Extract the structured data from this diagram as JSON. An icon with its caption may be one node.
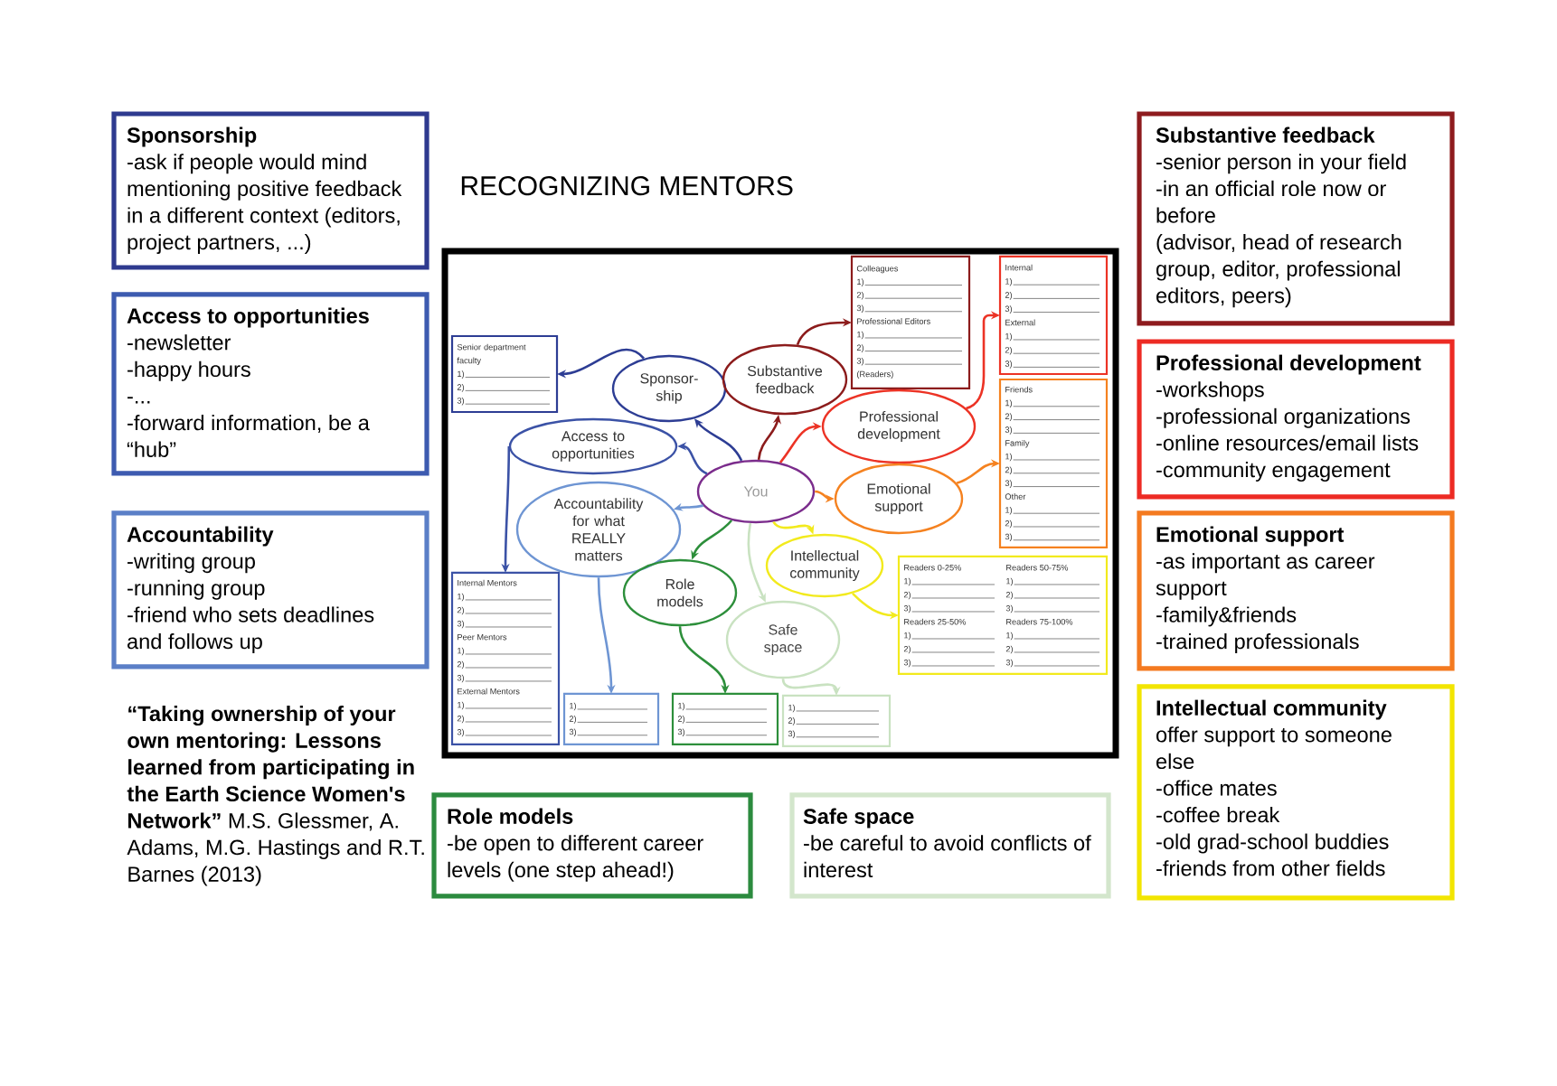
{
  "diagram": {
    "title": "RECOGNIZING MENTORS",
    "nodes": [
      {
        "text": [
          "Sponsorship",
          "-ask if people would mind mentioning positive feedback in a different context (editors, project partners, ...)"
        ]
      },
      {
        "text": [
          "Access to opportunities",
          "-newsletter",
          "-happy hours",
          "-...",
          "-forward information, be a “hub”"
        ]
      },
      {
        "text": [
          "Accountability",
          "-writing group",
          "-running group",
          "-friend who sets deadlines and follows up"
        ]
      },
      {
        "text": [
          "Substantive feedback",
          "-senior person in your field",
          "-in an official role now or before",
          "(advisor, head of research group, editor, professional editors, peers)"
        ]
      },
      {
        "text": [
          "Professional development",
          "-workshops",
          "-professional organizations",
          "-online resources/email lists",
          "-community engagement"
        ]
      },
      {
        "text": [
          "Emotional support",
          "-as important as career support",
          "-family&friends",
          "-trained professionals"
        ]
      },
      {
        "text": [
          "Intellectual community",
          "offer support to someone else",
          "-office mates",
          "-coffee break",
          "-old grad-school buddies",
          "-friends from other fields"
        ]
      },
      {
        "text": [],
        "shape": "box"
      },
      {
        "text": [
          "Senior department faculty",
          "1)",
          "2)",
          "3)"
        ],
        "in": 7
      },
      {
        "text": [
          "Sponsor- ship"
        ],
        "in": 7
      },
      {
        "text": [
          "Substantive feedback"
        ],
        "in": 7
      },
      {
        "text": [
          "Colleagues",
          "1)",
          "2)",
          "3)",
          "Professional Editors",
          "1)",
          "2)",
          "3)",
          "(Readers)"
        ],
        "in": 7
      },
      {
        "text": [
          "Internal",
          "1)",
          "2)",
          "3)",
          "External",
          "1)",
          "2)",
          "3)"
        ],
        "in": 7
      },
      {
        "text": [
          "Access to opportunities"
        ],
        "in": 7
      },
      {
        "text": [
          "You"
        ],
        "in": 7
      },
      {
        "text": [
          "Professional development"
        ],
        "in": 7
      },
      {
        "text": [
          "Friends",
          "1)",
          "2)",
          "3)",
          "Family",
          "1)",
          "2)",
          "3)",
          "Other",
          "1)",
          "2)",
          "3)"
        ],
        "in": 7
      },
      {
        "text": [
          "Accountability for what REALLY matters"
        ],
        "in": 7
      },
      {
        "text": [
          "Emotional support"
        ],
        "in": 7
      },
      {
        "text": [
          "Intellectual community"
        ],
        "in": 7
      },
      {
        "text": [
          "Role models"
        ],
        "in": 7
      },
      {
        "text": [
          "Readers 0-25%",
          "1)",
          "2)",
          "3)",
          "Readers 50-75%",
          "1)",
          "2)",
          "3)",
          "Readers 25-50%",
          "1)",
          "2)",
          "3)",
          "Readers 75-100%",
          "1)",
          "2)",
          "3)"
        ],
        "in": 7
      },
      {
        "text": [
          "Safe space"
        ],
        "in": 7
      },
      {
        "text": [
          "Internal Mentors",
          "1)",
          "2)",
          "3)",
          "Peer Mentors",
          "1)",
          "2)",
          "3)",
          "External Mentors",
          "1)",
          "2)",
          "3)"
        ],
        "in": 7
      },
      {
        "text": [
          "1)",
          "2)",
          "3)"
        ],
        "in": 7
      },
      {
        "text": [
          "1)",
          "2)",
          "3)"
        ],
        "in": 7
      },
      {
        "text": [
          "1)",
          "2)",
          "3)"
        ],
        "in": 7
      },
      {
        "text": [
          "Role models",
          "-be open to different career levels (one step ahead!)"
        ]
      },
      {
        "text": [
          "Safe space",
          "-be careful to avoid conflicts of interest"
        ]
      }
    ],
    "edges": [
      {
        "from": 14,
        "to": 9,
        "arrow": "to",
        "color": "#2d3d94"
      },
      {
        "from": 14,
        "to": 13,
        "arrow": "to",
        "color": "#3b52a6"
      },
      {
        "from": 14,
        "to": 17,
        "arrow": "to",
        "color": "#6e95d3"
      },
      {
        "from": 14,
        "to": 10,
        "arrow": "to",
        "color": "#8c1c1c"
      },
      {
        "from": 14,
        "to": 15,
        "arrow": "to",
        "color": "#ec3325"
      },
      {
        "from": 14,
        "to": 18,
        "arrow": "to",
        "color": "#f58220"
      },
      {
        "from": 14,
        "to": 19,
        "arrow": "to",
        "color": "#f2ea1d"
      },
      {
        "from": 14,
        "to": 20,
        "arrow": "to",
        "color": "#2d8f3b"
      },
      {
        "from": 14,
        "to": 22,
        "arrow": "to",
        "color": "#c9e2c1"
      },
      {
        "from": 9,
        "to": 8,
        "arrow": "to",
        "color": "#2d3d94"
      },
      {
        "from": 13,
        "to": 23,
        "arrow": "to",
        "color": "#3b52a6"
      },
      {
        "from": 17,
        "to": 24,
        "arrow": "to",
        "color": "#6e95d3"
      },
      {
        "from": 10,
        "to": 11,
        "arrow": "to",
        "color": "#8c1c1c"
      },
      {
        "from": 15,
        "to": 12,
        "arrow": "to",
        "color": "#ec3325"
      },
      {
        "from": 18,
        "to": 16,
        "arrow": "to",
        "color": "#f58220"
      },
      {
        "from": 19,
        "to": 21,
        "arrow": "to",
        "color": "#f2ea1d"
      },
      {
        "from": 20,
        "to": 25,
        "arrow": "to",
        "color": "#2d8f3b"
      },
      {
        "from": 22,
        "to": 26,
        "arrow": "to",
        "color": "#c9e2c1"
      }
    ],
    "labels": [
      "**“Taking ownership of your own mentoring: Lessons learned from participating in the Earth Science Women's Network”** M.S. Glessmer, A. Adams, M.G. Hastings and R.T. Barnes (2013)"
    ]
  }
}
